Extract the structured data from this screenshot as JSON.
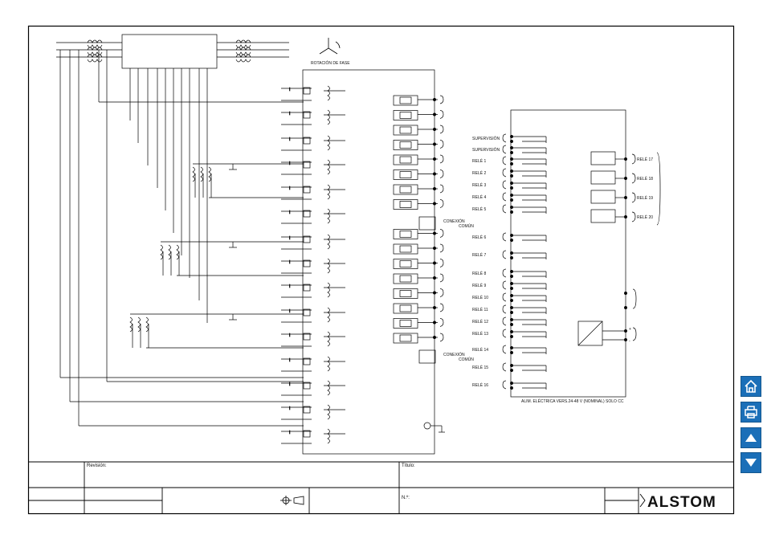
{
  "diagram": {
    "rotation_label": "ROTACIÓN DE FASE",
    "common_label_line1": "CONEXIÓN",
    "common_label_line2": "COMÚN",
    "current_symbol": "I",
    "left_labels": [
      "SUPERVISIÓN",
      "SUPERVISIÓN",
      "RELÉ 1",
      "RELÉ 2",
      "RELÉ 3",
      "RELÉ 4",
      "RELÉ 5",
      "RELÉ 6",
      "RELÉ 7",
      "RELÉ 8",
      "RELÉ 9",
      "RELÉ 10",
      "RELÉ 11",
      "RELÉ 12",
      "RELÉ 13",
      "RELÉ 14",
      "RELÉ 15",
      "RELÉ 16"
    ],
    "right_labels": [
      "RELÉ 17",
      "RELÉ 18",
      "RELÉ 19",
      "RELÉ 20"
    ],
    "power_label": "ALIM. ELÉCTRICA VERS.24-48 V (NOMINAL) SOLO CC",
    "dc_plus": "+",
    "dc_minus": "-"
  },
  "title_block": {
    "revision_label": "Revisión:",
    "title_label": "Título:",
    "number_label": "N.º:",
    "logo": "ALSTOM"
  },
  "nav": {
    "home_icon": "home-icon",
    "print_icon": "print-icon",
    "up_icon": "arrow-up-icon",
    "down_icon": "arrow-down-icon",
    "button_color": "#1b6fb8"
  }
}
